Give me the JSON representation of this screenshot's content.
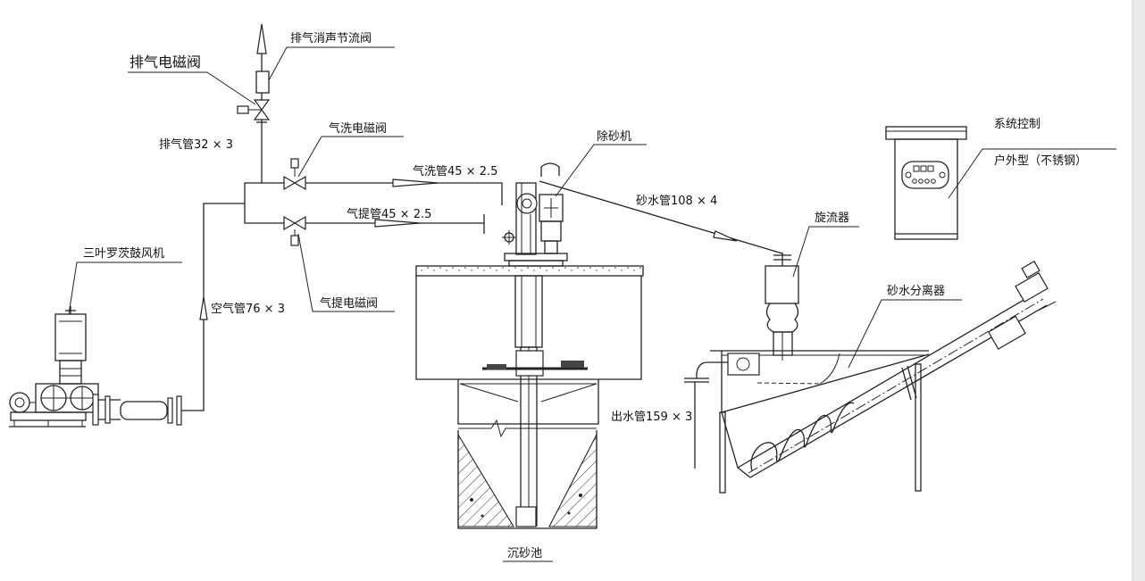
{
  "diagram": {
    "labels": {
      "exhaust_silencer_valve": "排气消声节流阀",
      "exhaust_solenoid_valve": "排气电磁阀",
      "exhaust_pipe": "排气管32 × 3",
      "air_wash_solenoid_valve": "气洗电磁阀",
      "air_wash_pipe": "气洗管45 × 2.5",
      "air_lift_pipe": "气提管45 × 2.5",
      "air_lift_solenoid_valve": "气提电磁阀",
      "roots_blower": "三叶罗茨鼓风机",
      "air_pipe": "空气管76 × 3",
      "grit_remover": "除砂机",
      "sand_water_pipe": "砂水管108 × 4",
      "cyclone": "旋流器",
      "sand_water_separator": "砂水分离器",
      "outlet_pipe": "出水管159 × 3",
      "control_system": "系统控制",
      "control_type": "户外型（不锈钢）",
      "grit_chamber": "沉砂池"
    }
  }
}
